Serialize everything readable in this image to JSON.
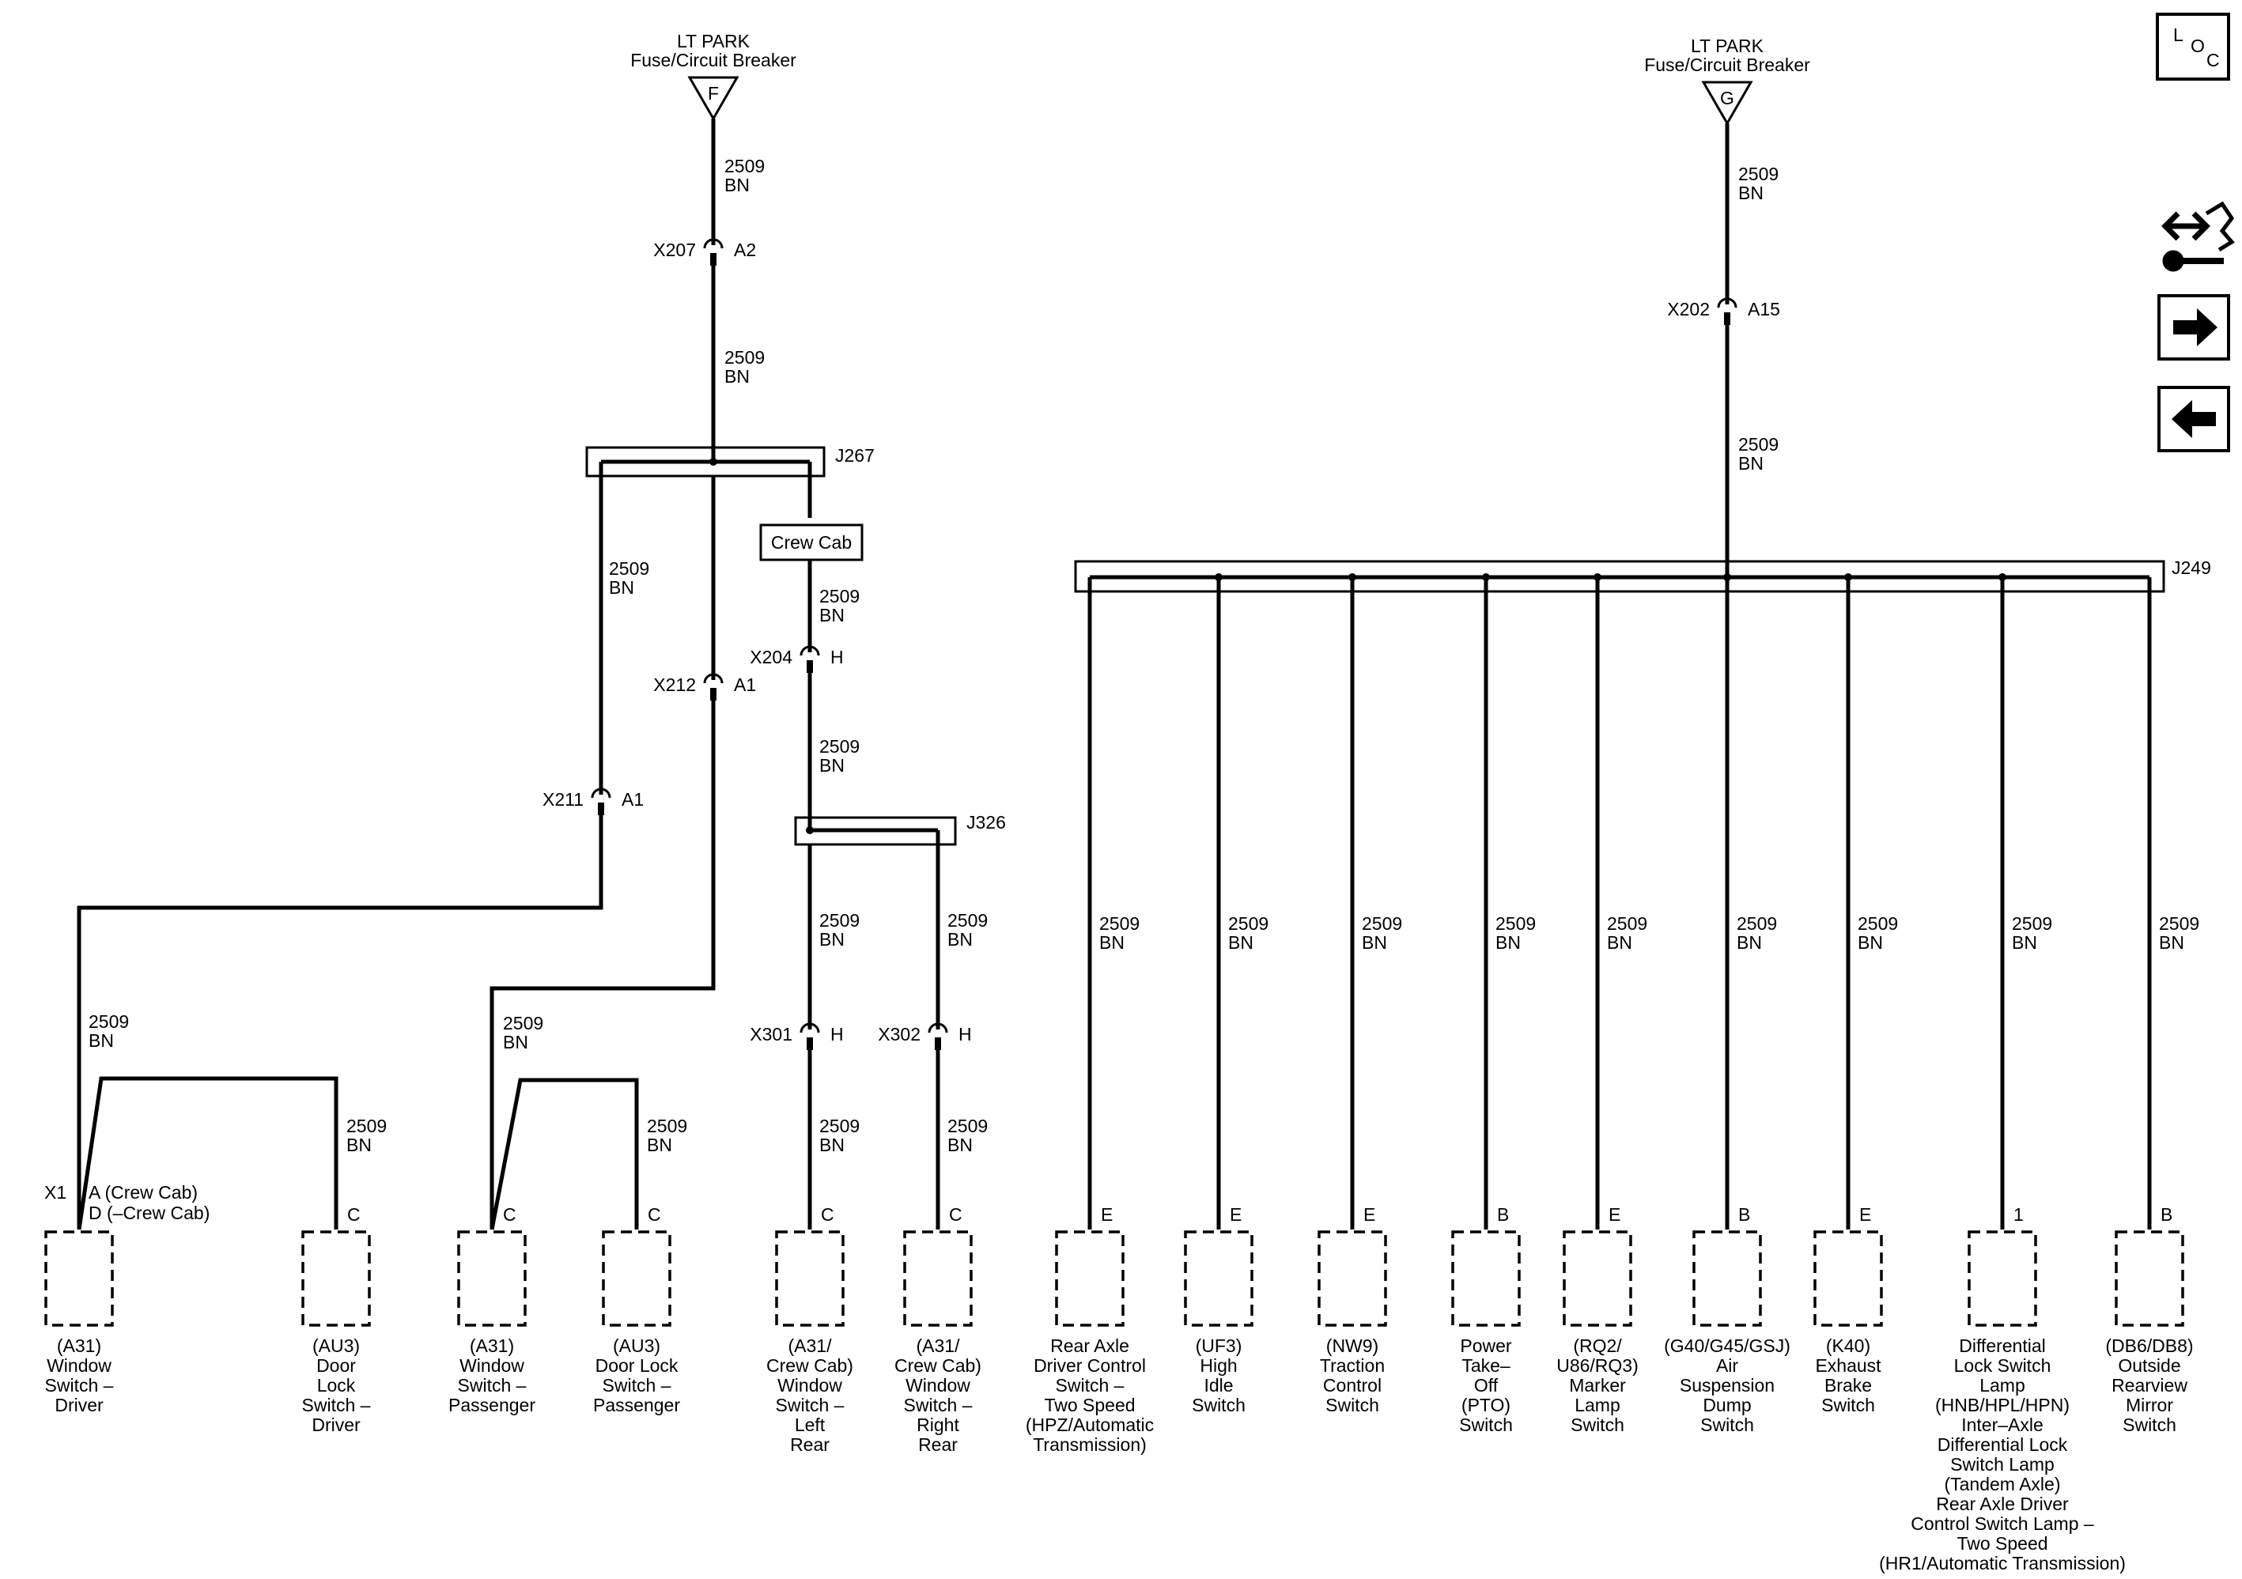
{
  "colors": {
    "ink": "#000000",
    "background": "#ffffff"
  },
  "icons": [
    "loc-button-icon",
    "component-service-icon",
    "next-page-arrow-icon",
    "previous-page-arrow-icon"
  ],
  "loc_button": {
    "l": "L",
    "o": "O",
    "c": "C"
  },
  "fuses": {
    "left": {
      "line1": "LT PARK",
      "line2": "Fuse/Circuit Breaker",
      "letter": "F"
    },
    "right": {
      "line1": "LT PARK",
      "line2": "Fuse/Circuit Breaker",
      "letter": "G"
    }
  },
  "wire": {
    "circuit": "2509",
    "color": "BN"
  },
  "connectors": {
    "x207": {
      "name": "X207",
      "pin": "A2"
    },
    "x212": {
      "name": "X212",
      "pin": "A1"
    },
    "x211": {
      "name": "X211",
      "pin": "A1"
    },
    "x204": {
      "name": "X204",
      "pin": "H"
    },
    "x301": {
      "name": "X301",
      "pin": "H"
    },
    "x302": {
      "name": "X302",
      "pin": "H"
    },
    "x202": {
      "name": "X202",
      "pin": "A15"
    }
  },
  "splices": {
    "j267": "J267",
    "j326": "J326",
    "j249": "J249"
  },
  "crew_cab_tag": "Crew Cab",
  "x1": {
    "name": "X1",
    "pin_a": "A (Crew Cab)",
    "pin_d": "D (–Crew Cab)"
  },
  "left_components": [
    {
      "pin": "",
      "lines": [
        "(A31)",
        "Window",
        "Switch –",
        "Driver"
      ]
    },
    {
      "pin": "C",
      "lines": [
        "(AU3)",
        "Door",
        "Lock",
        "Switch –",
        "Driver"
      ]
    },
    {
      "pin": "C",
      "lines": [
        "(A31)",
        "Window",
        "Switch –",
        "Passenger"
      ]
    },
    {
      "pin": "C",
      "lines": [
        "(AU3)",
        "Door Lock",
        "Switch –",
        "Passenger"
      ]
    },
    {
      "pin": "C",
      "lines": [
        "(A31/",
        "Crew Cab)",
        "Window",
        "Switch –",
        "Left",
        "Rear"
      ]
    },
    {
      "pin": "C",
      "lines": [
        "(A31/",
        "Crew Cab)",
        "Window",
        "Switch –",
        "Right",
        "Rear"
      ]
    }
  ],
  "right_components": [
    {
      "pin": "E",
      "lines": [
        "Rear Axle",
        "Driver Control",
        "Switch –",
        "Two Speed",
        "(HPZ/Automatic",
        "Transmission)"
      ]
    },
    {
      "pin": "E",
      "lines": [
        "(UF3)",
        "High",
        "Idle",
        "Switch"
      ]
    },
    {
      "pin": "E",
      "lines": [
        "(NW9)",
        "Traction",
        "Control",
        "Switch"
      ]
    },
    {
      "pin": "B",
      "lines": [
        "Power",
        "Take–",
        "Off",
        "(PTO)",
        "Switch"
      ]
    },
    {
      "pin": "E",
      "lines": [
        "(RQ2/",
        "U86/RQ3)",
        "Marker",
        "Lamp",
        "Switch"
      ]
    },
    {
      "pin": "B",
      "lines": [
        "(G40/G45/GSJ)",
        "Air",
        "Suspension",
        "Dump",
        "Switch"
      ]
    },
    {
      "pin": "E",
      "lines": [
        "(K40)",
        "Exhaust",
        "Brake",
        "Switch"
      ]
    },
    {
      "pin": "1",
      "lines": [
        "Differential",
        "Lock Switch",
        "Lamp",
        "(HNB/HPL/HPN)",
        "Inter–Axle",
        "Differential Lock",
        "Switch Lamp",
        "(Tandem Axle)",
        "Rear Axle Driver",
        "Control Switch Lamp –",
        "Two Speed",
        "(HR1/Automatic Transmission)"
      ]
    },
    {
      "pin": "B",
      "lines": [
        "(DB6/DB8)",
        "Outside",
        "Rearview",
        "Mirror",
        "Switch"
      ]
    }
  ]
}
